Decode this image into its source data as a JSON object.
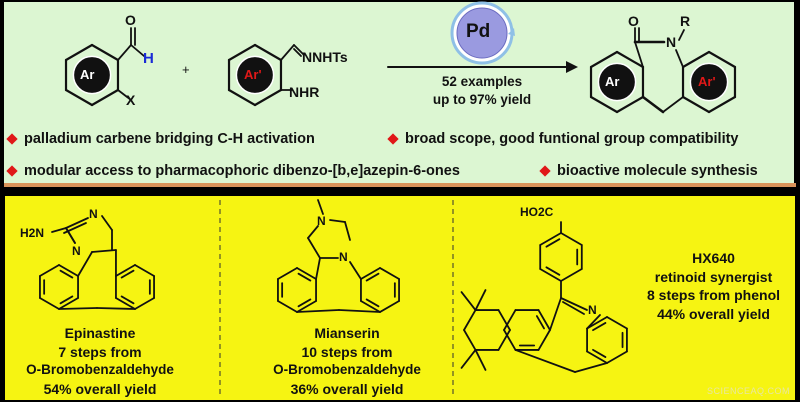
{
  "scheme": {
    "reactant1": {
      "ring_label": "Ar",
      "o": "O",
      "h": "H",
      "x": "X"
    },
    "reactant2": {
      "ring_label": "Ar'",
      "hydrazone": "NNHTs",
      "amine": "NHR"
    },
    "plus": "+",
    "catalyst": "Pd",
    "conditions": [
      "52 examples",
      "up to 97% yield"
    ],
    "product": {
      "ring1_label": "Ar",
      "ring2_label": "Ar'",
      "o": "O",
      "n": "N",
      "r": "R"
    }
  },
  "highlights": [
    "palladium carbene bridging C-H activation",
    "broad scope, good funtional group compatibility",
    "modular access to pharmacophoric dibenzo-[b,e]azepin-6-ones",
    "bioactive molecule synthesis"
  ],
  "applications": [
    {
      "atoms": [
        "H2N",
        "N",
        "N"
      ],
      "lines": [
        "Epinastine",
        "7 steps from",
        "O-Bromobenzaldehyde",
        "54% overall yield"
      ]
    },
    {
      "atoms": [
        "N",
        "N"
      ],
      "lines": [
        "Mianserin",
        "10 steps from",
        "O-Bromobenzaldehyde",
        "36% overall yield"
      ]
    },
    {
      "atoms": [
        "HO2C",
        "N"
      ],
      "lines": [
        "HX640",
        "retinoid synergist",
        "8 steps from phenol",
        "44% overall yield"
      ]
    }
  ],
  "watermark": "SCIENCEAQ.COM",
  "colors": {
    "top_bg": "#dcf6d2",
    "bottom_bg": "#f6f412",
    "bullet": "#e01818",
    "pd": "#9a9ae0",
    "ar_prime_text": "#e01818",
    "h_atom": "#1a2bd6",
    "separator": "#d9935a"
  }
}
